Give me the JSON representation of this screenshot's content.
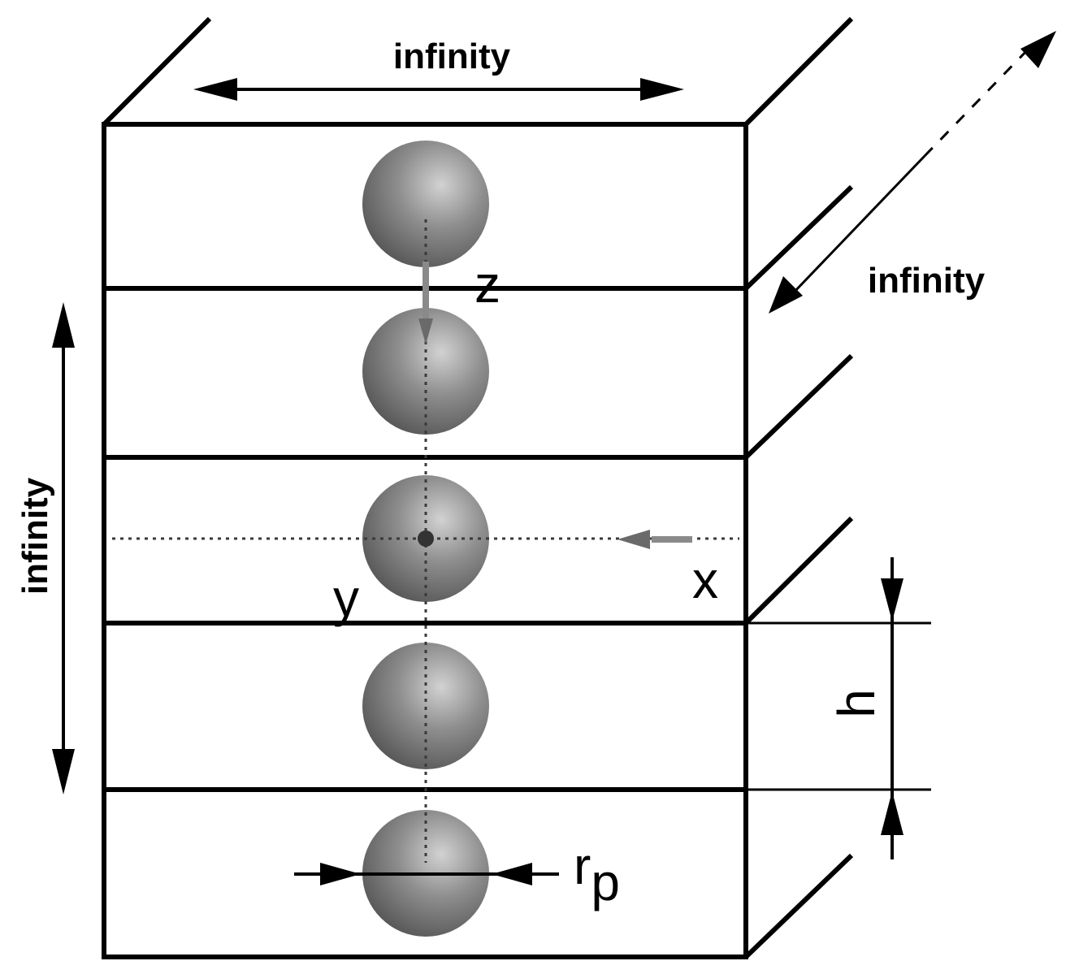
{
  "labels": {
    "width_infinity": "infinity",
    "depth_infinity": "infinity",
    "height_infinity": "infinity",
    "axis_z": "z",
    "axis_x": "x",
    "axis_y": "y",
    "period_h": "h",
    "radius_r": "r",
    "radius_sub": "p"
  },
  "diagram": {
    "layer_count": 5,
    "sphere_count": 5
  },
  "colors": {
    "line": "#000000",
    "sphere_light": "#c8c8c8",
    "sphere_dark": "#5a5a5a",
    "axis_gray": "#6e6e6e"
  }
}
